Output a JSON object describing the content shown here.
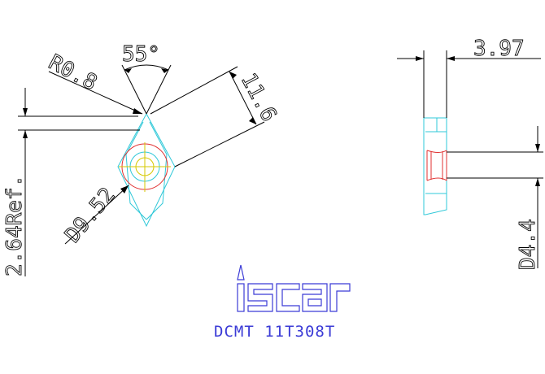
{
  "dimensions": {
    "angle": "55°",
    "corner_radius": "R0.8",
    "inscribed_circle": "D9.52",
    "edge_length": "11.6",
    "reference_height": "2.64Ref.",
    "thickness": "3.97",
    "hole_diameter": "D4.4"
  },
  "brand": "iscar",
  "part_code": "DCMT 11T308T",
  "colors": {
    "outline": "#2fc8d8",
    "hole": "#e03030",
    "centerline": "#d6c800",
    "logo": "#3b3bd6",
    "dimension": "#000000"
  }
}
